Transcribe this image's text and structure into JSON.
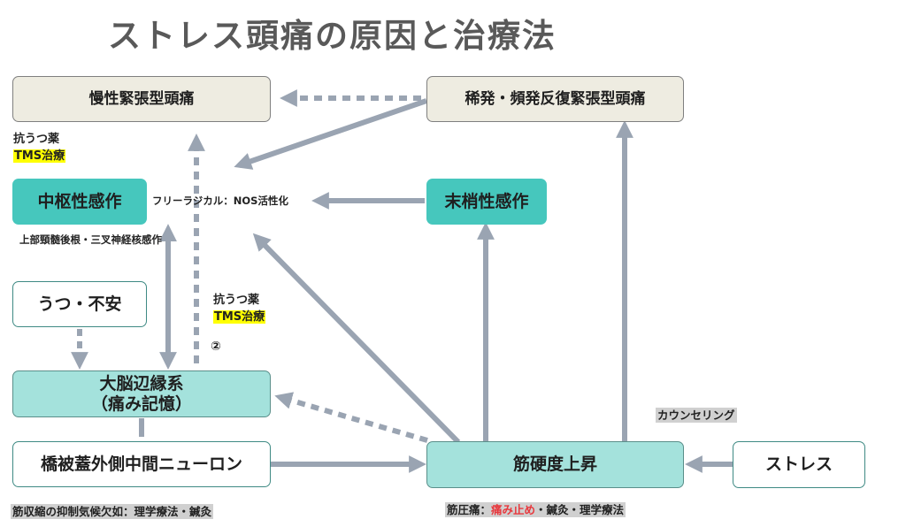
{
  "title": "ストレス頭痛の原因と治療法",
  "nodes": {
    "chronic_tension": "慢性緊張型頭痛",
    "episodic_tension": "稀発・頻発反復緊張型頭痛",
    "central_sensitization": "中枢性感作",
    "peripheral_sensitization": "末梢性感作",
    "depression_anxiety": "うつ・不安",
    "limbic_line1": "大脳辺縁系",
    "limbic_line2": "（痛み記憶）",
    "bridge_neuron": "橋被蓋外側中間ニューロン",
    "muscle_hardness": "筋硬度上昇",
    "stress": "ストレス"
  },
  "labels": {
    "antidepressant": "抗うつ薬",
    "tms": "TMS治療",
    "free_radical": "フリーラジカル：NOS活性化",
    "upper_cervical": "上部頸髄後根・三叉神経核感作",
    "circled_two": "②",
    "counseling": "カウンセリング",
    "bridge_treatment": "筋収縮の抑制気候欠如：理学療法・鍼灸",
    "muscle_prefix": "筋圧痛：",
    "muscle_red": "痛み止め",
    "muscle_suffix": "・鍼灸・理学療法"
  },
  "colors": {
    "arrow": "#9aa4b2",
    "teal": "#46c7bd",
    "light_teal": "#a4e2dc",
    "beige": "#eeece1",
    "highlight_yellow": "#ffff00",
    "highlight_gray": "#d0d0d0",
    "red_text": "#e8383d"
  }
}
